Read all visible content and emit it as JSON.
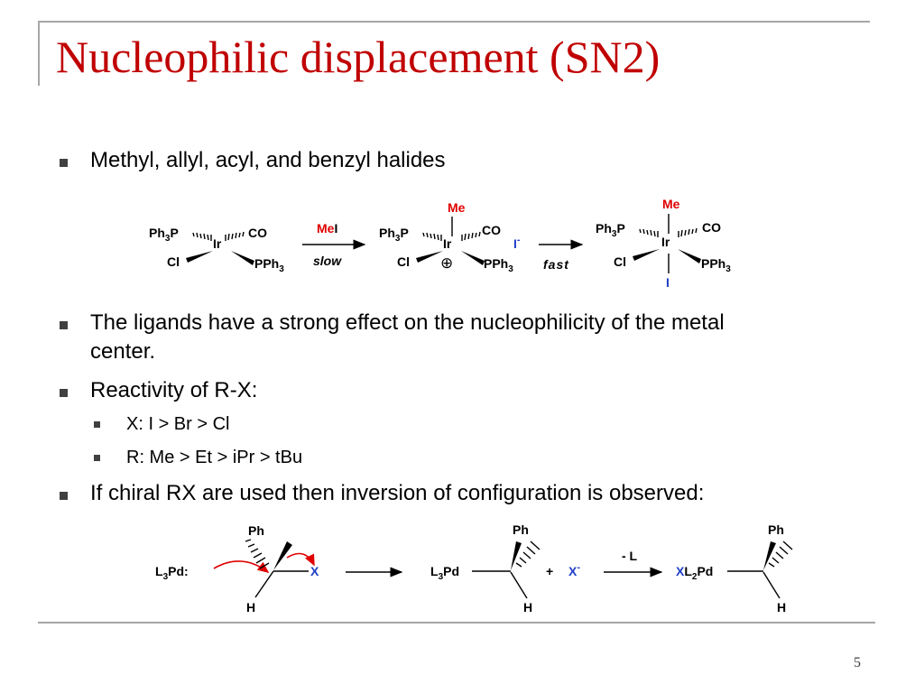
{
  "slide": {
    "title": "Nucleophilic displacement (SN2)",
    "page_number": "5",
    "bullets": {
      "methyl": "Methyl, allyl, acyl, and benzyl halides",
      "ligands_l1": "The ligands have a strong effect on the nucleophilicity of the metal",
      "ligands_l2": "center.",
      "reactivity": "Reactivity of R-X:",
      "x_order": "X: I > Br > Cl",
      "r_order": "R: Me > Et > iPr > tBu",
      "chiral": "If chiral RX are used then inversion of configuration is observed:"
    }
  },
  "scheme1": {
    "metal": "Ir",
    "ligand_ph3p_base": "Ph",
    "ligand_ph3p_sub": "3",
    "ligand_ph3p_tail": "P",
    "co": "CO",
    "cl": "Cl",
    "pph3_base": "PPh",
    "pph3_sub": "3",
    "me": "Me",
    "iodide": "I",
    "reagent_mei_me": "Me",
    "reagent_mei_i": "I",
    "step1_label": "slow",
    "reagent_i_minus": "I",
    "minus_sign": "-",
    "step2_label": "fast",
    "plus_charge": "⊕"
  },
  "scheme2": {
    "ph": "Ph",
    "h": "H",
    "x": "X",
    "l3pd_a": "L",
    "l3pd_sub": "3",
    "l3pd_b": "Pd:",
    "l3pd2_b": "Pd",
    "plus": "+",
    "x_minus": "X",
    "minus": "-",
    "minus_l": "- L",
    "xl2pd_x": "X",
    "xl2pd_l": "L",
    "xl2pd_sub": "2",
    "xl2pd_pd": "Pd"
  },
  "colors": {
    "title": "#c00000",
    "red": "#e00000",
    "blue": "#1f3fc8"
  }
}
